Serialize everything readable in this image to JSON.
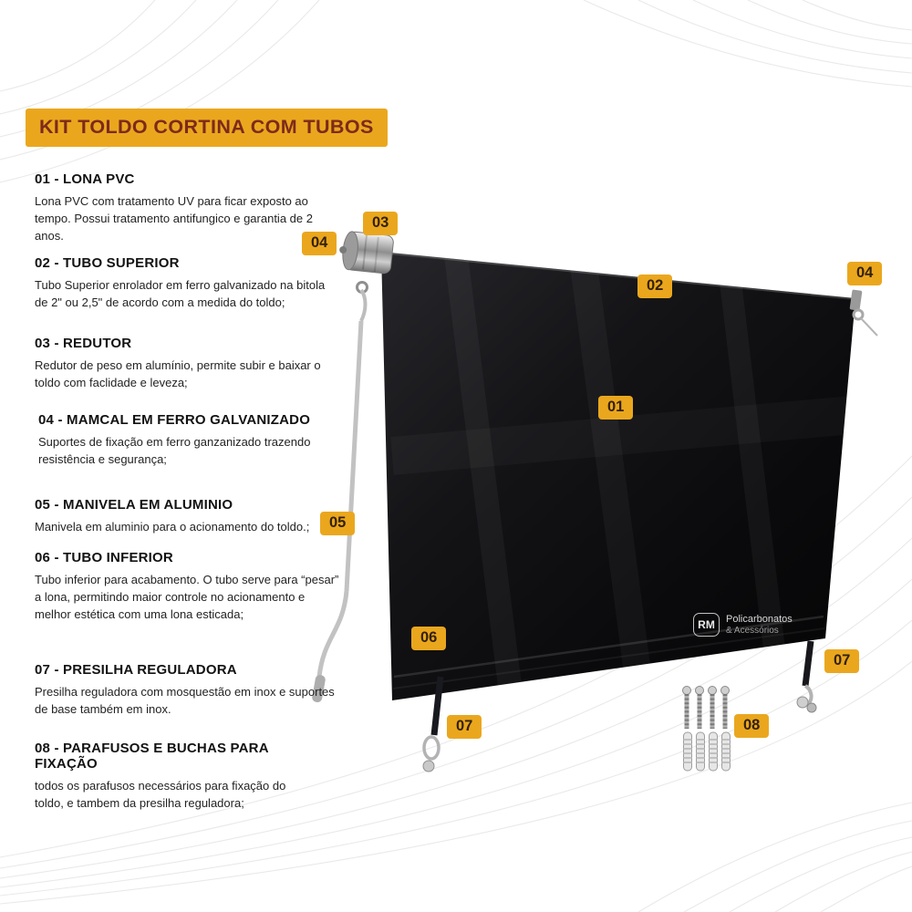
{
  "title": "KIT TOLDO CORTINA COM TUBOS",
  "brand": {
    "logo": "RM",
    "line1": "Policarbonatos",
    "line2": "& Acessórios"
  },
  "items": [
    {
      "heading": "01 - LONA PVC",
      "description": "Lona PVC com tratamento UV para ficar exposto ao tempo. Possui tratamento antifungico e garantia de 2 anos."
    },
    {
      "heading": "02 - TUBO SUPERIOR",
      "description": "Tubo Superior enrolador em ferro galvanizado na bitola de 2\" ou 2,5\" de acordo com a medida do toldo;"
    },
    {
      "heading": "03 - REDUTOR",
      "description": "Redutor de peso em alumínio, permite subir e baixar o toldo com faclidade e leveza;"
    },
    {
      "heading": "04 - MAMCAL  EM FERRO GALVANIZADO",
      "description": "Suportes de fixação em ferro ganzanizado trazendo resistência e segurança;"
    },
    {
      "heading": "05 - MANIVELA EM ALUMINIO",
      "description": "Manivela em aluminio para o acionamento do toldo.;"
    },
    {
      "heading": "06 - TUBO INFERIOR",
      "description": "Tubo inferior para acabamento. O tubo serve para “pesar” a lona, permitindo maior controle no acionamento e melhor estética com uma lona esticada;"
    },
    {
      "heading": "07 - PRESILHA REGULADORA",
      "description": "Presilha reguladora com mosquestão em inox e suportes de base também em inox."
    },
    {
      "heading": "08 - PARAFUSOS E BUCHAS PARA FIXAÇÃO",
      "description": "todos os parafusos necessários para fixação do toldo, e tambem da presilha reguladora;"
    }
  ],
  "callouts": [
    {
      "part": "redutor",
      "label": "03"
    },
    {
      "part": "mamcal-left",
      "label": "04"
    },
    {
      "part": "tubo-superior",
      "label": "02"
    },
    {
      "part": "mamcal-right",
      "label": "04"
    },
    {
      "part": "lona",
      "label": "01"
    },
    {
      "part": "manivela",
      "label": "05"
    },
    {
      "part": "tubo-inferior",
      "label": "06"
    },
    {
      "part": "presilha-left",
      "label": "07"
    },
    {
      "part": "presilha-right",
      "label": "07"
    },
    {
      "part": "parafusos",
      "label": "08"
    }
  ],
  "colors": {
    "badge_bg": "#EAA71E",
    "badge_text": "#33210a",
    "title_text": "#7d2a1b",
    "tarp": "#0d0d10",
    "background": "#ffffff"
  }
}
